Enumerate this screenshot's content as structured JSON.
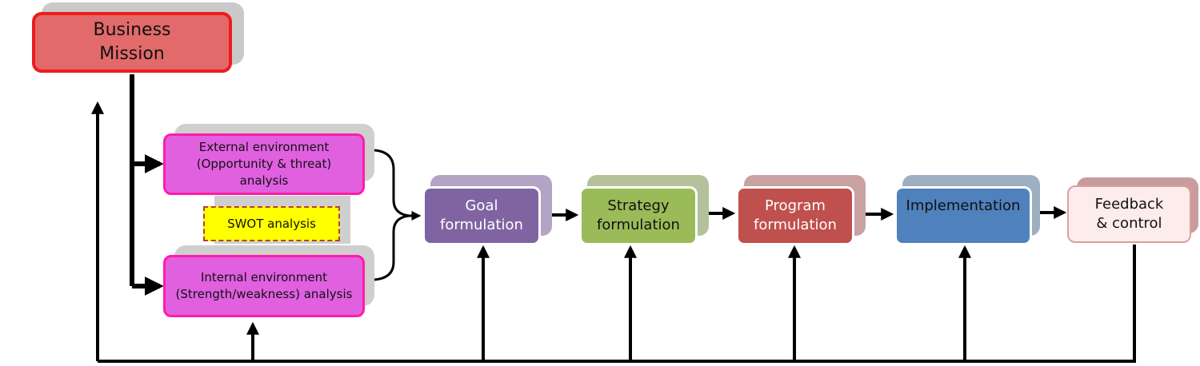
{
  "boxes": {
    "mission": "Business\nMission",
    "external": "External environment\n(Opportunity & threat)\nanalysis",
    "internal": "Internal environment\n(Strength/weakness) analysis",
    "swot": "SWOT analysis"
  },
  "stages": {
    "goal": "Goal\nformulation",
    "strategy": "Strategy\nformulation",
    "program": "Program\nformulation",
    "implementation": "Implementation",
    "feedback": "Feedback\n& control"
  },
  "colors": {
    "mission_fill": "#e26a6a",
    "mission_border": "#ee1c1c",
    "analysis_fill": "#e060e0",
    "analysis_border": "#ff1ca8",
    "swot_fill": "#ffff00",
    "goal": "#8064a2",
    "strategy": "#9bbb59",
    "program": "#c0504d",
    "implementation": "#4f81bd",
    "feedback": "#fdecec",
    "connector": "#000000"
  }
}
